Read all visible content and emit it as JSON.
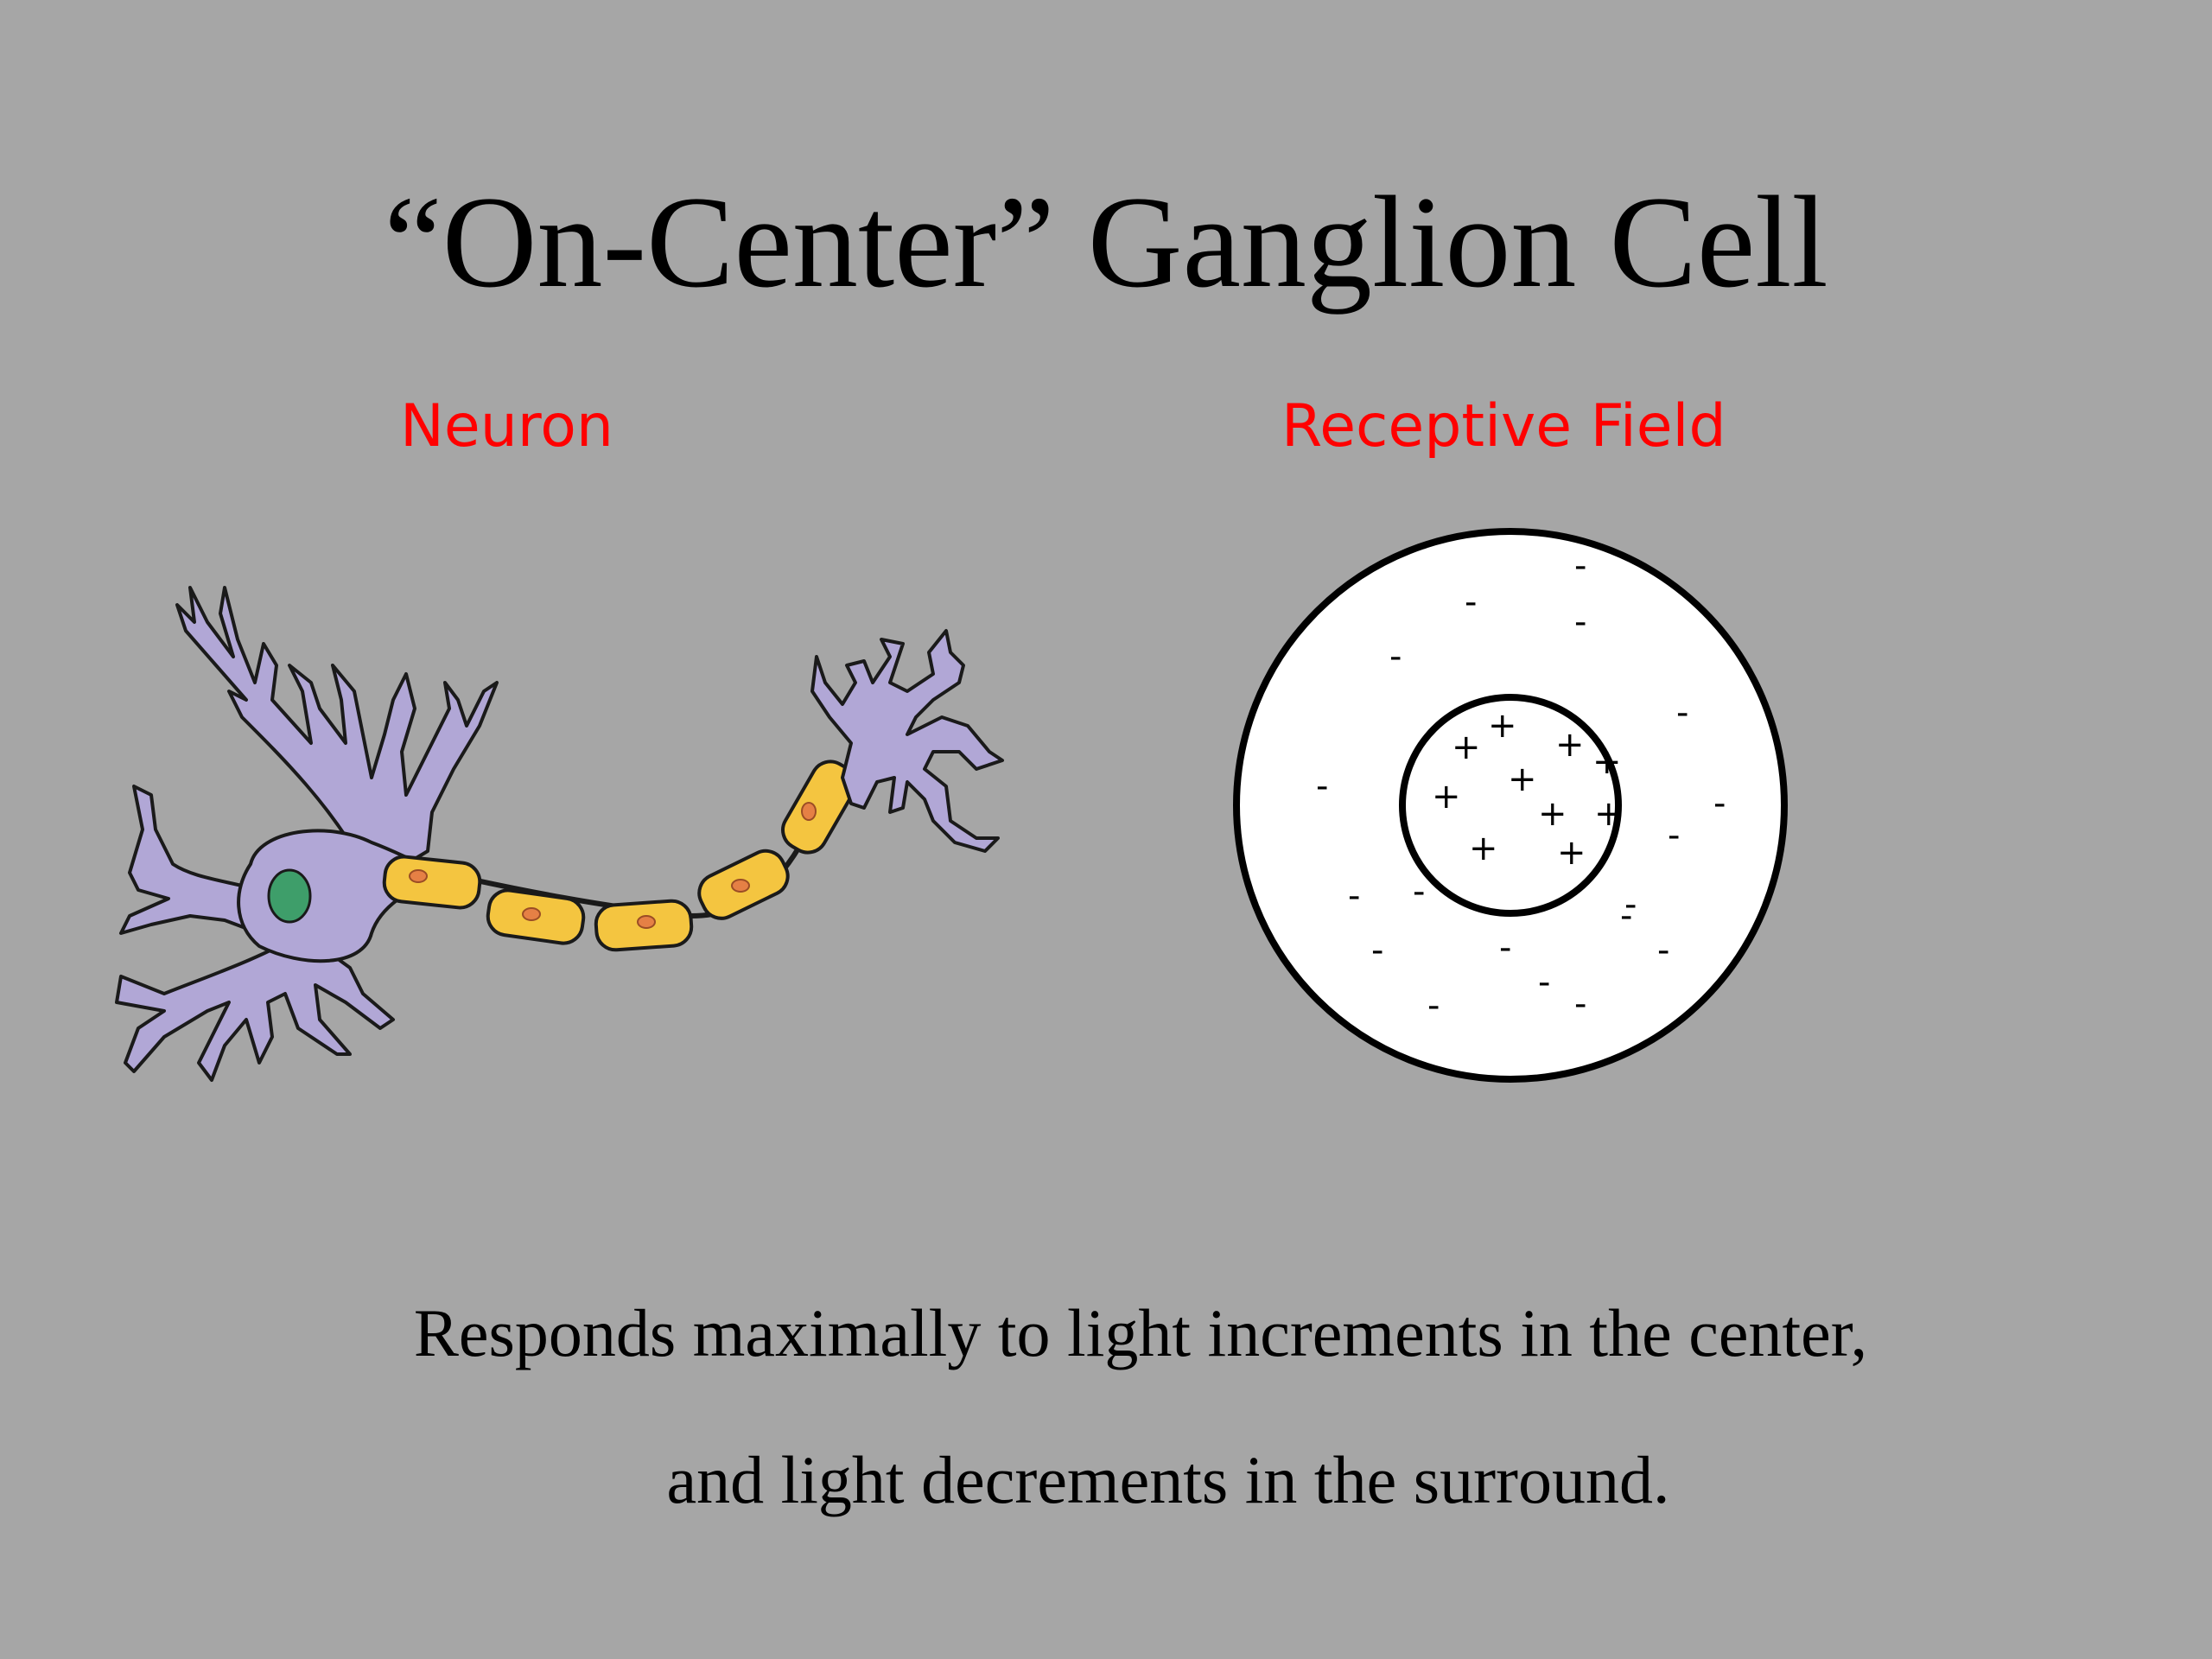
{
  "slide": {
    "title": "“On-Center” Ganglion Cell",
    "neuron_label": "Neuron",
    "receptive_field_label": "Receptive Field",
    "caption_line_1": "Responds maximally to light increments in the center,",
    "caption_line_2": "and light decrements in the surround."
  },
  "receptive_field": {
    "center_sign": "+",
    "surround_sign": "-",
    "center_sign_count": 11,
    "surround_sign_count": 18
  },
  "colors": {
    "background": "#a6a6a6",
    "label": "#ff0000",
    "neuron_body": "#b1a7d6",
    "myelin": "#f4c540",
    "nucleus": "#3e9e6a",
    "receptive_field": "#ffffff"
  }
}
